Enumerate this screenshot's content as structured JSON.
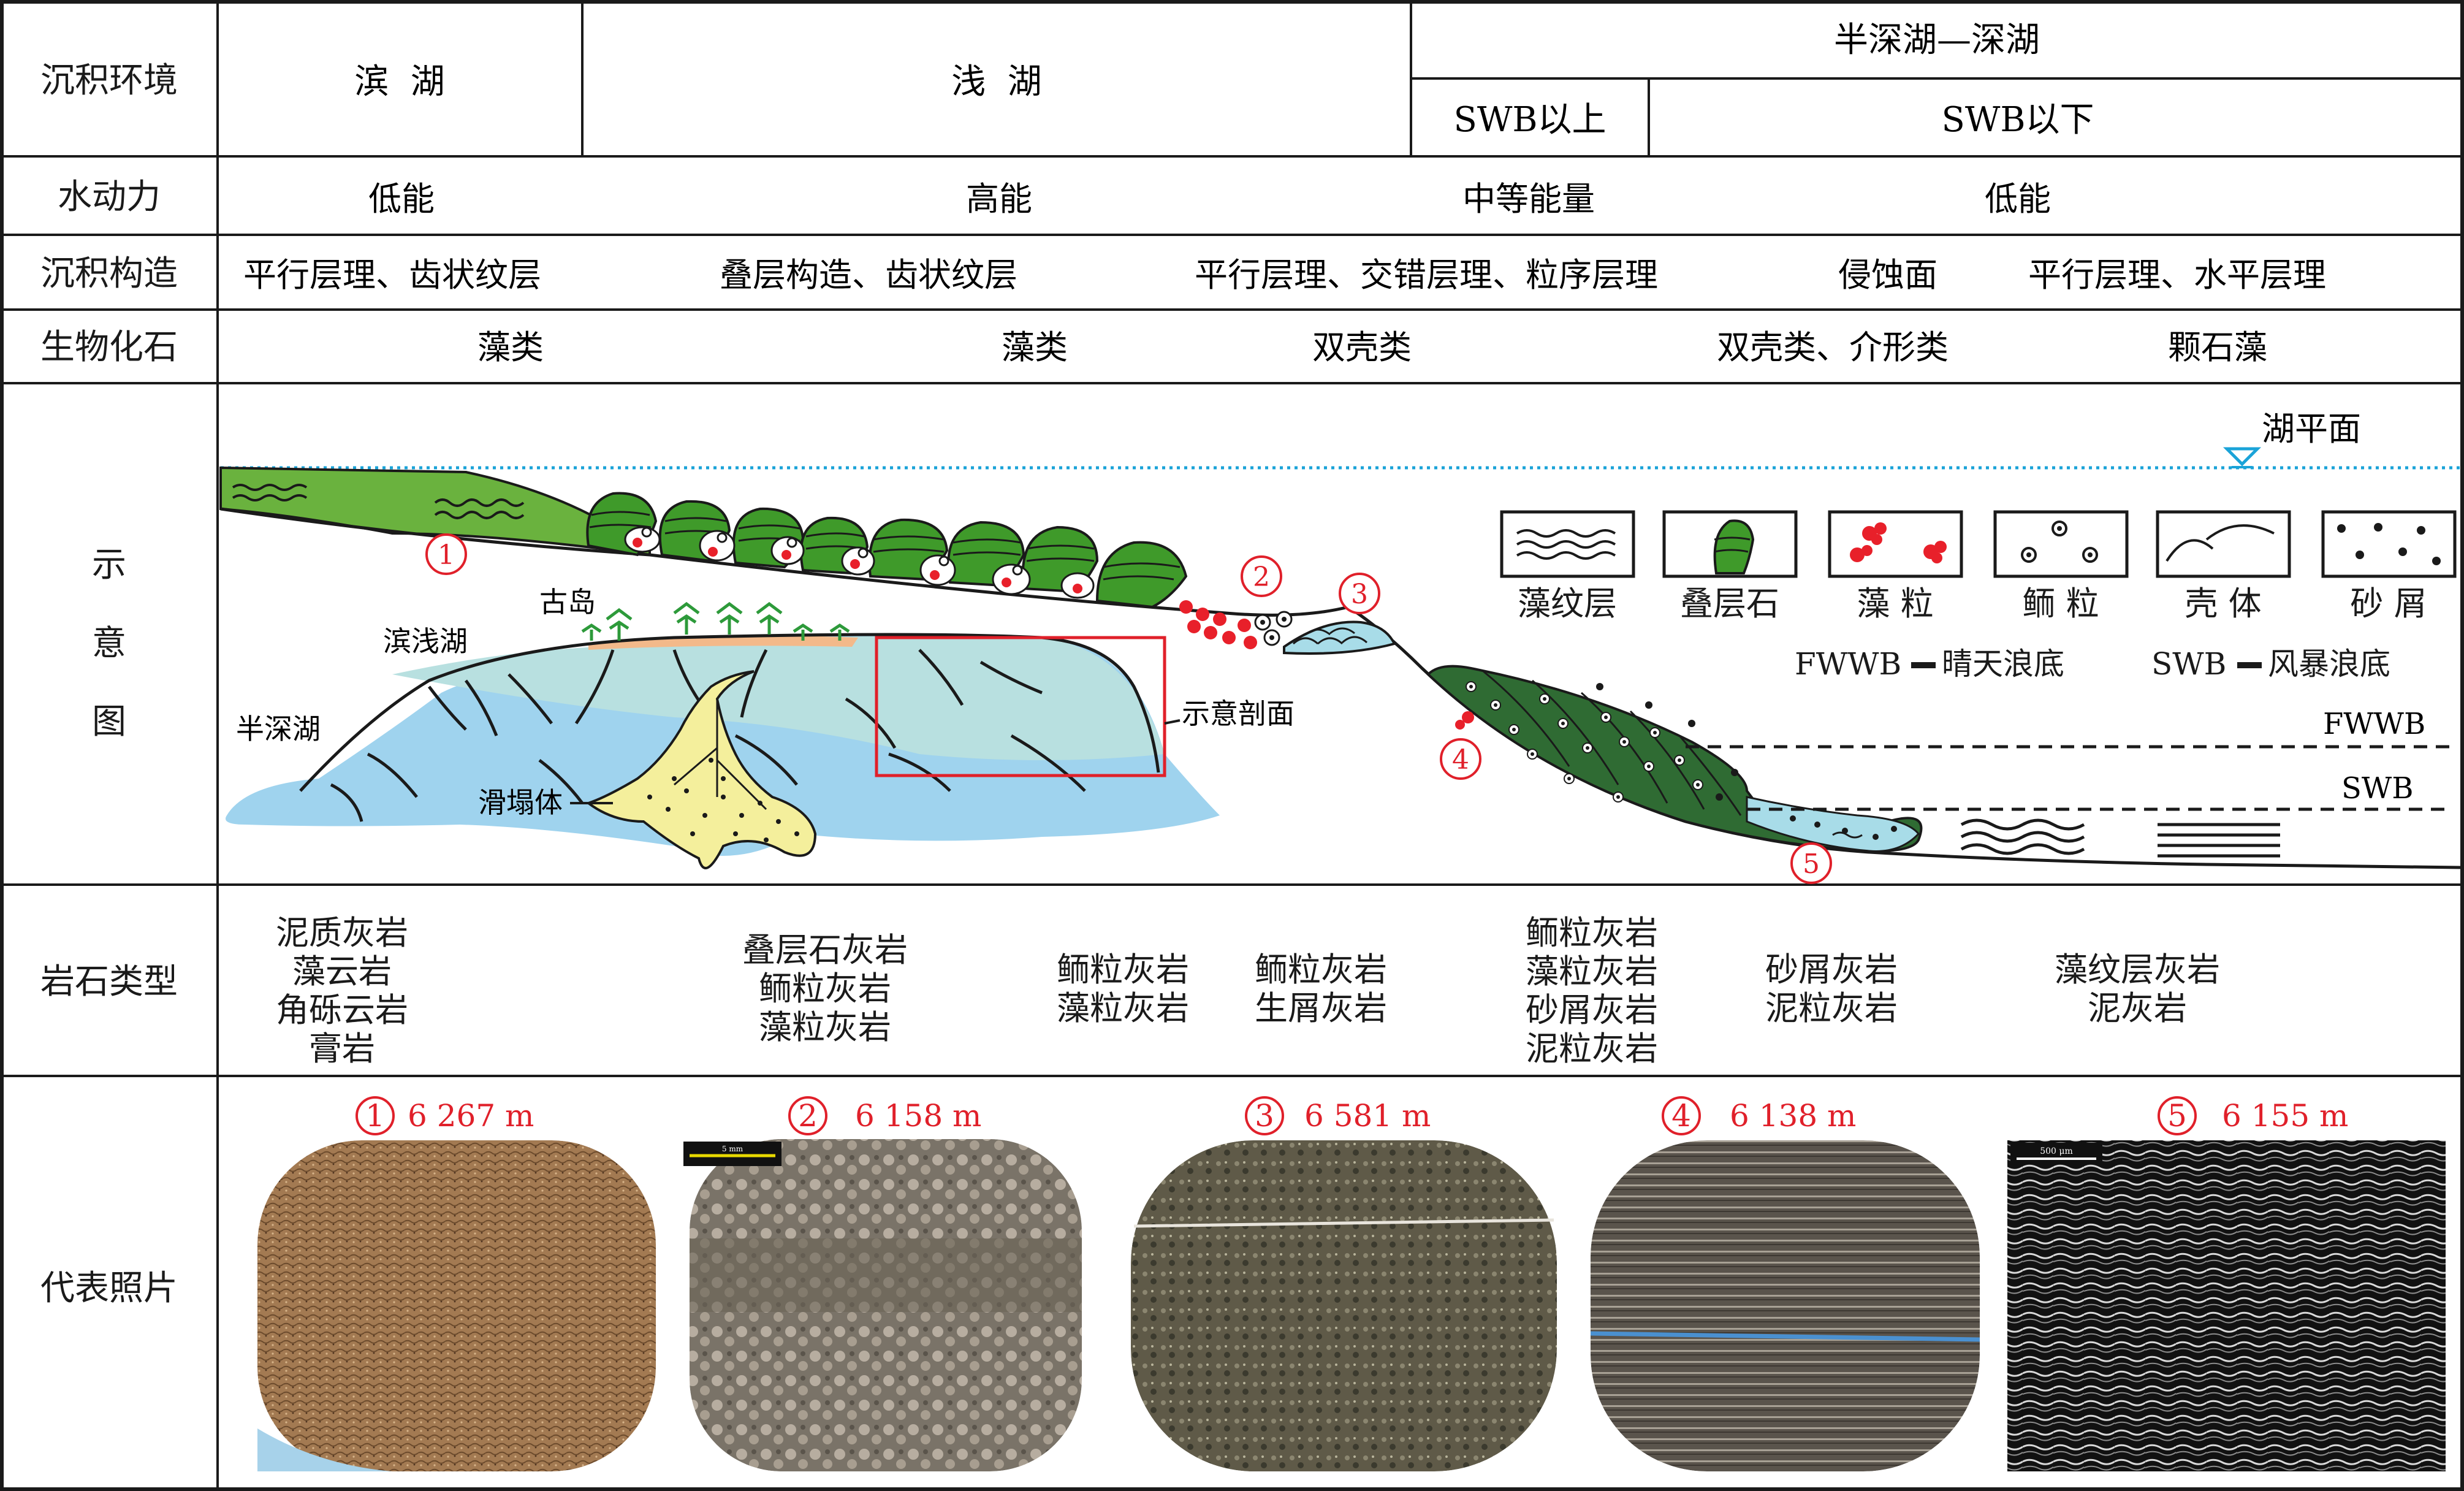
{
  "header_labels": {
    "env": "沉积环境",
    "hydro": "水动力",
    "structure": "沉积构造",
    "fossil": "生物化石",
    "schematic": [
      "示",
      "意",
      "图"
    ],
    "rock": "岩石类型",
    "photo": "代表照片"
  },
  "environment": {
    "coastal": "滨  湖",
    "shallow": "浅  湖",
    "semi_deep": "半深湖—深湖",
    "above_swb": "SWB以上",
    "below_swb": "SWB以下"
  },
  "hydrodynamics": [
    "低能",
    "高能",
    "中等能量",
    "低能"
  ],
  "structures": [
    "平行层理、齿状纹层",
    "叠层构造、齿状纹层",
    "平行层理、交错层理、粒序层理",
    "侵蚀面",
    "平行层理、水平层理"
  ],
  "fossils": [
    "藻类",
    "藻类",
    "双壳类",
    "双壳类、介形类",
    "颗石藻"
  ],
  "schematic": {
    "lake_level": "湖平面",
    "island": "古岛",
    "coastal_shallow": "滨浅湖",
    "semi_deep": "半深湖",
    "slump": "滑塌体",
    "section": "示意剖面",
    "fwwb": "FWWB",
    "swb": "SWB",
    "markers": [
      "1",
      "2",
      "3",
      "4",
      "5"
    ],
    "legend": [
      "藻纹层",
      "叠层石",
      "藻 粒",
      "鲕 粒",
      "壳 体",
      "砂 屑"
    ],
    "legend_fwwb_code": "FWWB",
    "legend_fwwb_text": "晴天浪底",
    "legend_swb_code": "SWB",
    "legend_swb_text": "风暴浪底",
    "colors": {
      "algal_green": "#6ab23e",
      "stromatolite_green": "#3f9a2a",
      "grain_red": "#e8202a",
      "shell_blue": "#a8dce8",
      "dark_grain": "#2f6b33",
      "lake_blue": "#9fd3ee",
      "island_orange": "#f3b98a",
      "slump_yellow": "#f4ef9c",
      "section_red": "#e0202a",
      "lake_line": "#1aa3d8"
    }
  },
  "rock_types": [
    [
      "泥质灰岩",
      "藻云岩",
      "角砾云岩",
      "膏岩"
    ],
    [
      "叠层石灰岩",
      "鲕粒灰岩",
      "藻粒灰岩"
    ],
    [
      "鲕粒灰岩",
      "藻粒灰岩"
    ],
    [
      "鲕粒灰岩",
      "生屑灰岩"
    ],
    [
      "鲕粒灰岩",
      "藻粒灰岩",
      "砂屑灰岩",
      "泥粒灰岩"
    ],
    [
      "砂屑灰岩",
      "泥粒灰岩"
    ],
    [
      "藻纹层灰岩",
      "泥灰岩"
    ]
  ],
  "photos": [
    {
      "num": "1",
      "depth": "6 267 m"
    },
    {
      "num": "2",
      "depth": "6 158 m",
      "scale": "5 mm"
    },
    {
      "num": "3",
      "depth": "6 581 m"
    },
    {
      "num": "4",
      "depth": "6 138 m"
    },
    {
      "num": "5",
      "depth": "6 155 m",
      "scale": "500 μm"
    }
  ]
}
